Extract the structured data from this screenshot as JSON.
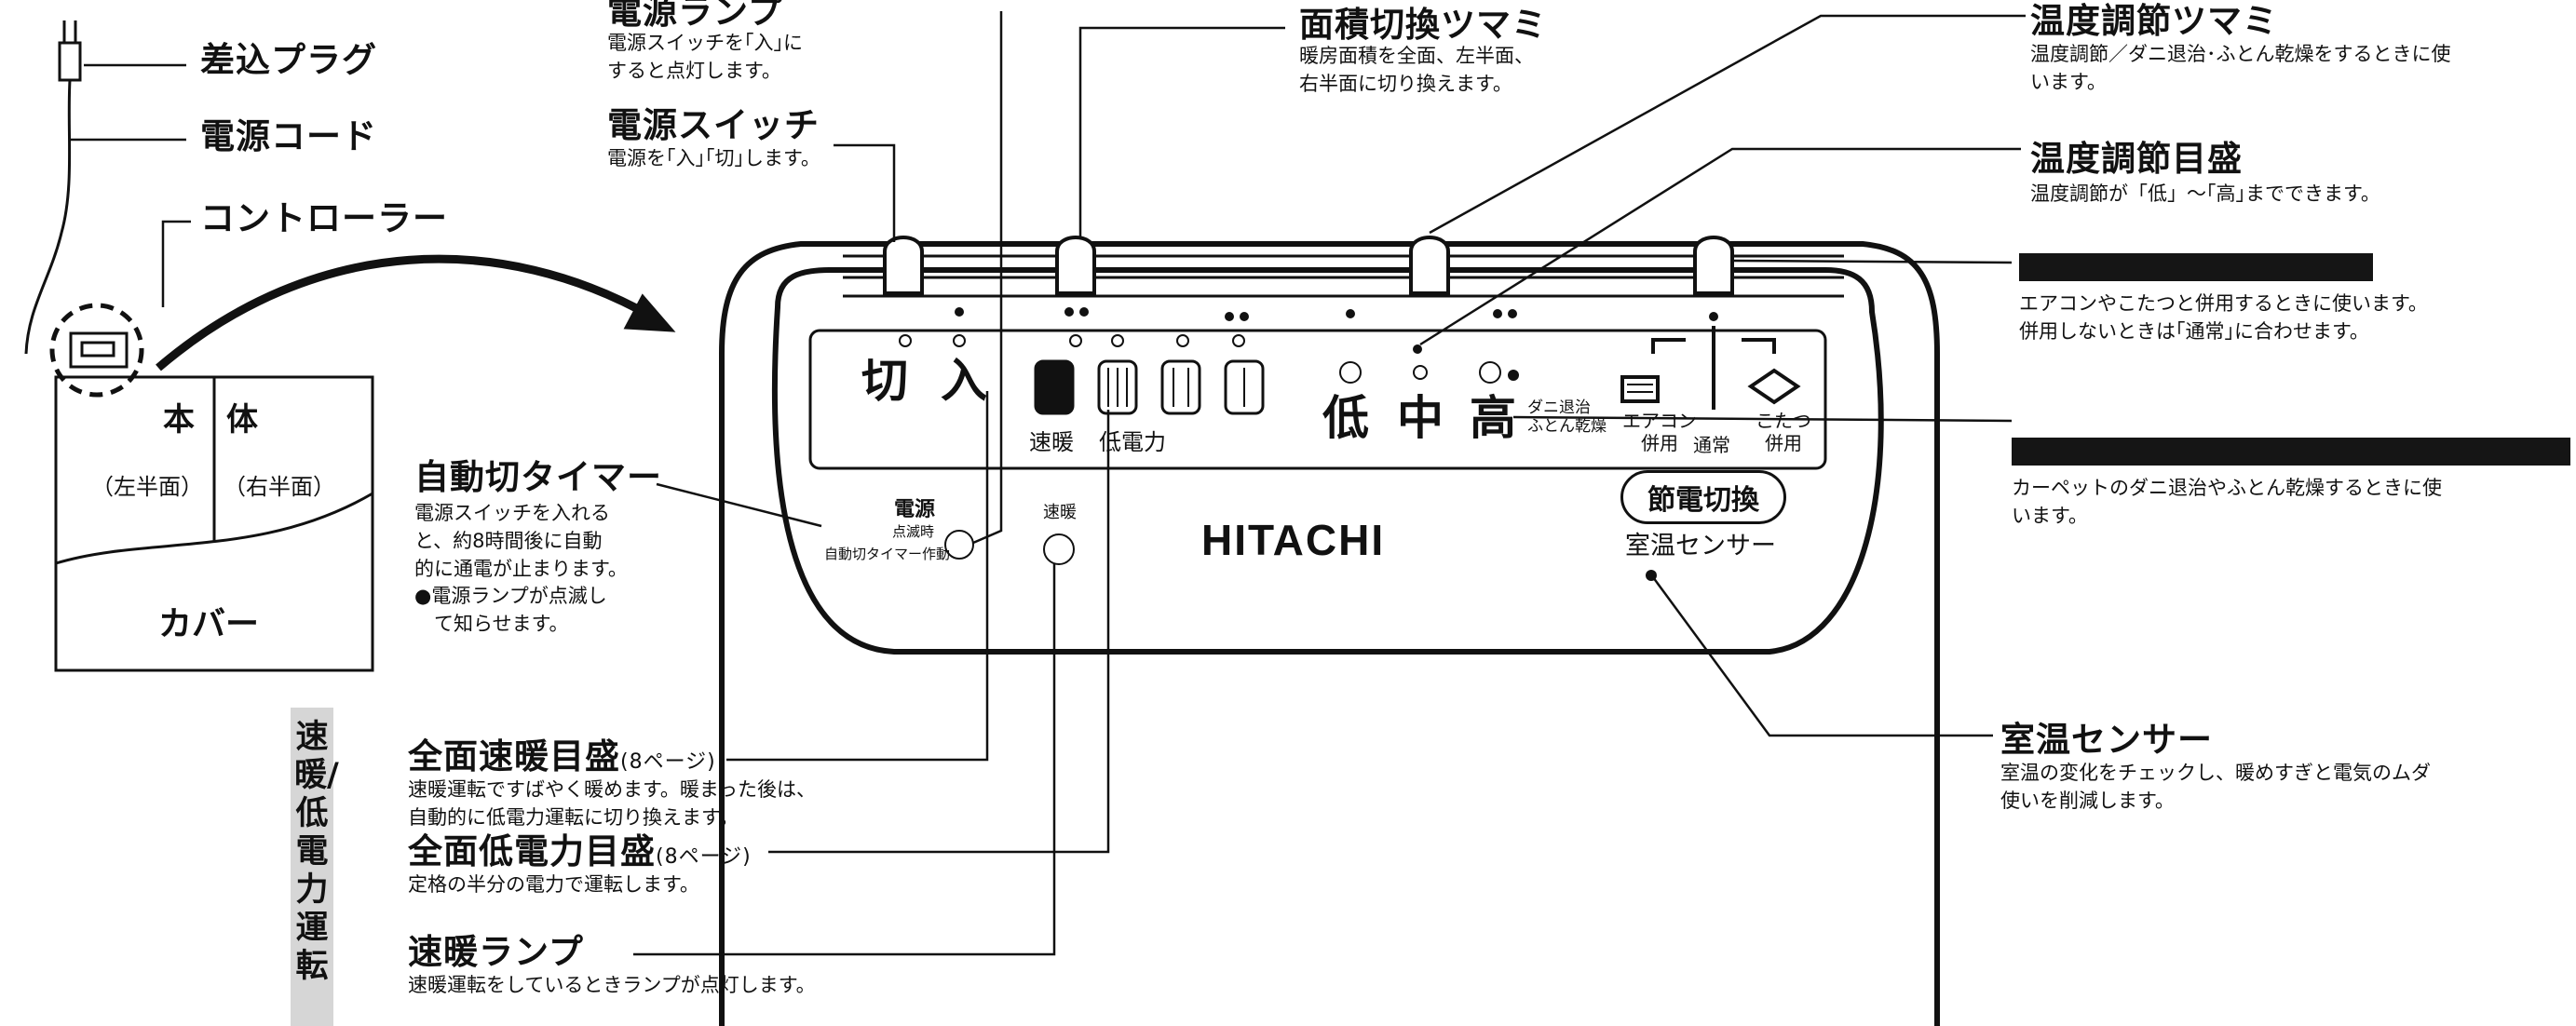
{
  "plug": {
    "label": "差込プラグ"
  },
  "cord": {
    "label": "電源コード"
  },
  "controller": {
    "label": "コントローラー"
  },
  "carpet": {
    "body": "本　体",
    "left_half": "（左半面）",
    "right_half": "（右半面）",
    "cover": "カバー"
  },
  "power_lamp": {
    "title": "電源ランプ",
    "desc": "電源スイッチを｢入｣に\nすると点灯します。"
  },
  "power_switch": {
    "title": "電源スイッチ",
    "desc": "電源を｢入｣｢切｣します。"
  },
  "area_knob": {
    "title": "面積切換ツマミ",
    "desc": "暖房面積を全面、左半面、\n右半面に切り換えます。"
  },
  "temp_knob": {
    "title": "温度調節ツマミ",
    "desc": "温度調節／ダニ退治･ふとん乾燥をするときに使\nいます。"
  },
  "temp_scale": {
    "title": "温度調節目盛",
    "desc": "温度調節が「低」～｢高｣までできます。"
  },
  "eco_knob": {
    "desc": "エアコンやこたつと併用するときに使います。\n併用しないときは｢通常｣に合わせます。"
  },
  "mite_scale": {
    "desc": "カーペットのダニ退治やふとん乾燥するときに使\nいます。"
  },
  "auto_timer": {
    "title": "自動切タイマー",
    "desc": "電源スイッチを入れる\nと、約8時間後に自動\n的に通電が止まります。\n●電源ランプが点滅し\n　て知らせます。"
  },
  "room_sensor": {
    "title": "室温センサー",
    "desc": "室温の変化をチェックし、暖めすぎと電気のムダ\n使いを削減します。"
  },
  "section": {
    "vertical": "速暖/低電力運転"
  },
  "fast_full": {
    "title": "全面速暖目盛",
    "ref": "(8ページ)",
    "desc": "速暖運転ですばやく暖めます。暖まった後は、\n自動的に低電力運転に切り換えます。"
  },
  "low_full": {
    "title": "全面低電力目盛",
    "ref": "(8ページ)",
    "desc": "定格の半分の電力で運転します。"
  },
  "fast_lamp": {
    "title": "速暖ランプ",
    "desc": "速暖運転をしているときランプが点灯します。"
  },
  "panel": {
    "off": "切",
    "on": "入",
    "fast": "速暖",
    "low_power": "低電力",
    "low": "低",
    "mid": "中",
    "high": "高",
    "mite": "ダニ退治\nふとん乾燥",
    "aircon": "エアコン\n併用",
    "normal": "通常",
    "kotatsu": "こたつ\n併用",
    "eco_button": "節電切換",
    "sensor": "室温センサー",
    "power_lamp_text": "電源",
    "blink": "点滅時",
    "timer_op": "自動切タイマー作動",
    "fast_lamp_text": "速暖",
    "logo": "HITACHI"
  }
}
